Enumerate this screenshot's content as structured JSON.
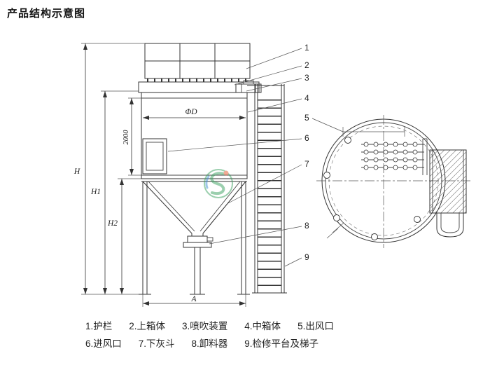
{
  "title": "产品结构示意图",
  "drawing": {
    "dim_h": "H",
    "dim_h1": "H1",
    "dim_h2": "H2",
    "dim_2000": "2000",
    "dim_phi_d": "ΦD",
    "dim_a": "A"
  },
  "callouts": {
    "c1": "1",
    "c2": "2",
    "c3": "3",
    "c4": "4",
    "c5": "5",
    "c6": "6",
    "c7": "7",
    "c8": "8",
    "c9": "9"
  },
  "legend": {
    "row1": {
      "item1": "1.护栏",
      "item2": "2.上箱体",
      "item3": "3.喷吹装置",
      "item4": "4.中箱体",
      "item5": "5.出风口"
    },
    "row2": {
      "item6": "6.进风口",
      "item7": "7.下灰斗",
      "item8": "8.卸料器",
      "item9": "9.检修平台及梯子"
    }
  },
  "colors": {
    "line": "#333333",
    "watermark_green": "#3aa05f",
    "watermark_blue": "#3f8fd2",
    "watermark_red": "#e2572b"
  }
}
